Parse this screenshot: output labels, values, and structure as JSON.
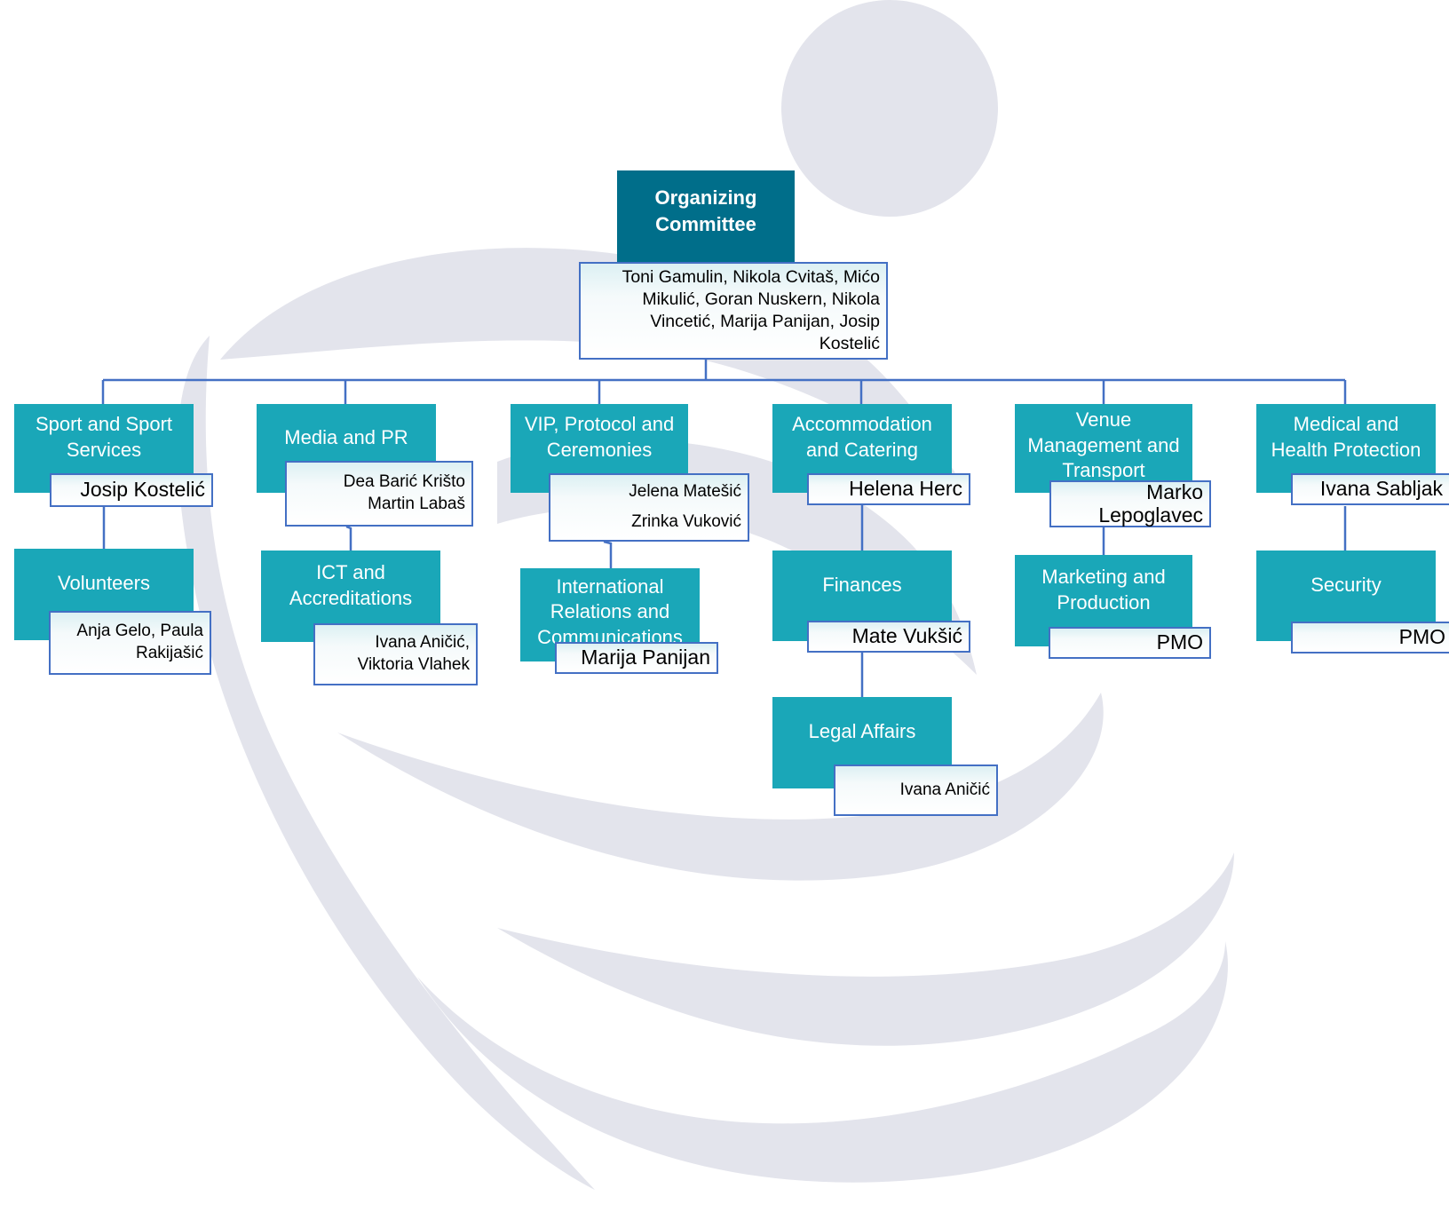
{
  "org_chart": {
    "root": {
      "title": "Organizing Committee",
      "members": "Toni Gamulin, Nikola Cvitaš, Mićo Mikulić, Goran Nuskern, Nikola Vincetić, Marija Panijan, Josip Kostelić"
    },
    "units": {
      "sport": {
        "title": "Sport and Sport Services",
        "lead": "Josip Kostelić"
      },
      "volunteers": {
        "title": "Volunteers",
        "lead": "Anja Gelo, Paula Rakijašić"
      },
      "media": {
        "title": "Media and PR",
        "lead_1": "Dea Barić Krišto",
        "lead_2": "Martin Labaš"
      },
      "ict": {
        "title": "ICT and Accreditations",
        "lead": "Ivana Aničić, Viktoria Vlahek"
      },
      "vip": {
        "title": "VIP, Protocol and Ceremonies",
        "lead_1": "Jelena Matešić",
        "lead_2": "Zrinka Vuković"
      },
      "international": {
        "title": "International Relations and Communications",
        "lead": "Marija Panijan"
      },
      "accommodation": {
        "title": "Accommodation and Catering",
        "lead": "Helena Herc"
      },
      "finances": {
        "title": "Finances",
        "lead": "Mate Vukšić"
      },
      "legal": {
        "title": "Legal Affairs",
        "lead": "Ivana Aničić"
      },
      "venue": {
        "title": "Venue Management and Transport",
        "lead": "Marko Lepoglavec"
      },
      "marketing": {
        "title": "Marketing and Production",
        "lead": "PMO"
      },
      "medical": {
        "title": "Medical and Health Protection",
        "lead": "Ivana Sabljak"
      },
      "security": {
        "title": "Security",
        "lead": "PMO"
      }
    }
  },
  "colors": {
    "root_box": "#006e8a",
    "unit_box": "#1aa7b8",
    "connector": "#4470c4",
    "watermark": "#e3e4ec"
  }
}
